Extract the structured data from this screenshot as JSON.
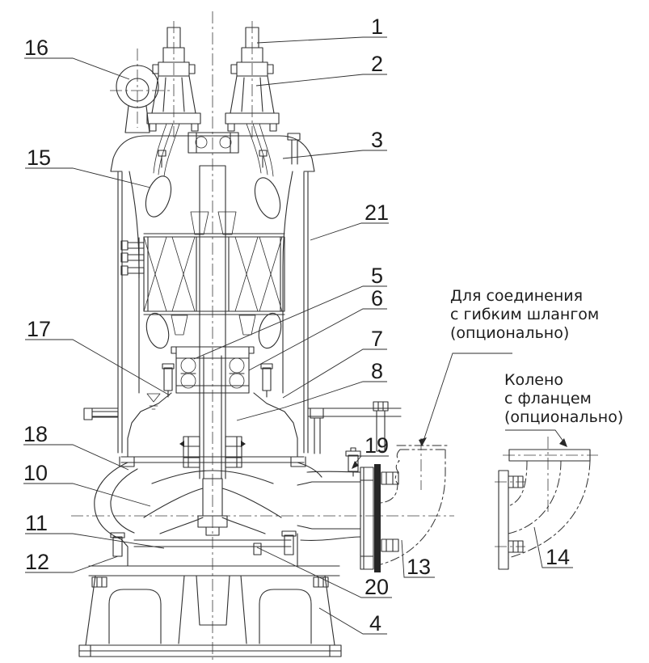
{
  "figure": {
    "annotations": {
      "hose": {
        "line1": "Для соединения",
        "line2": "с гибким шлангом",
        "line3": "(опционально)"
      },
      "elbow": {
        "line1": "Колено",
        "line2": "с фланцем",
        "line3": "(опционально)"
      }
    },
    "callouts": {
      "n1": "1",
      "n2": "2",
      "n3": "3",
      "n4": "4",
      "n5": "5",
      "n6": "6",
      "n7": "7",
      "n8": "8",
      "n10": "10",
      "n11": "11",
      "n12": "12",
      "n13": "13",
      "n14": "14",
      "n15": "15",
      "n16": "16",
      "n17": "17",
      "n18": "18",
      "n19": "19",
      "n20": "20",
      "n21": "21"
    },
    "colors": {
      "line": "#2e2e2e",
      "background": "#ffffff"
    }
  }
}
